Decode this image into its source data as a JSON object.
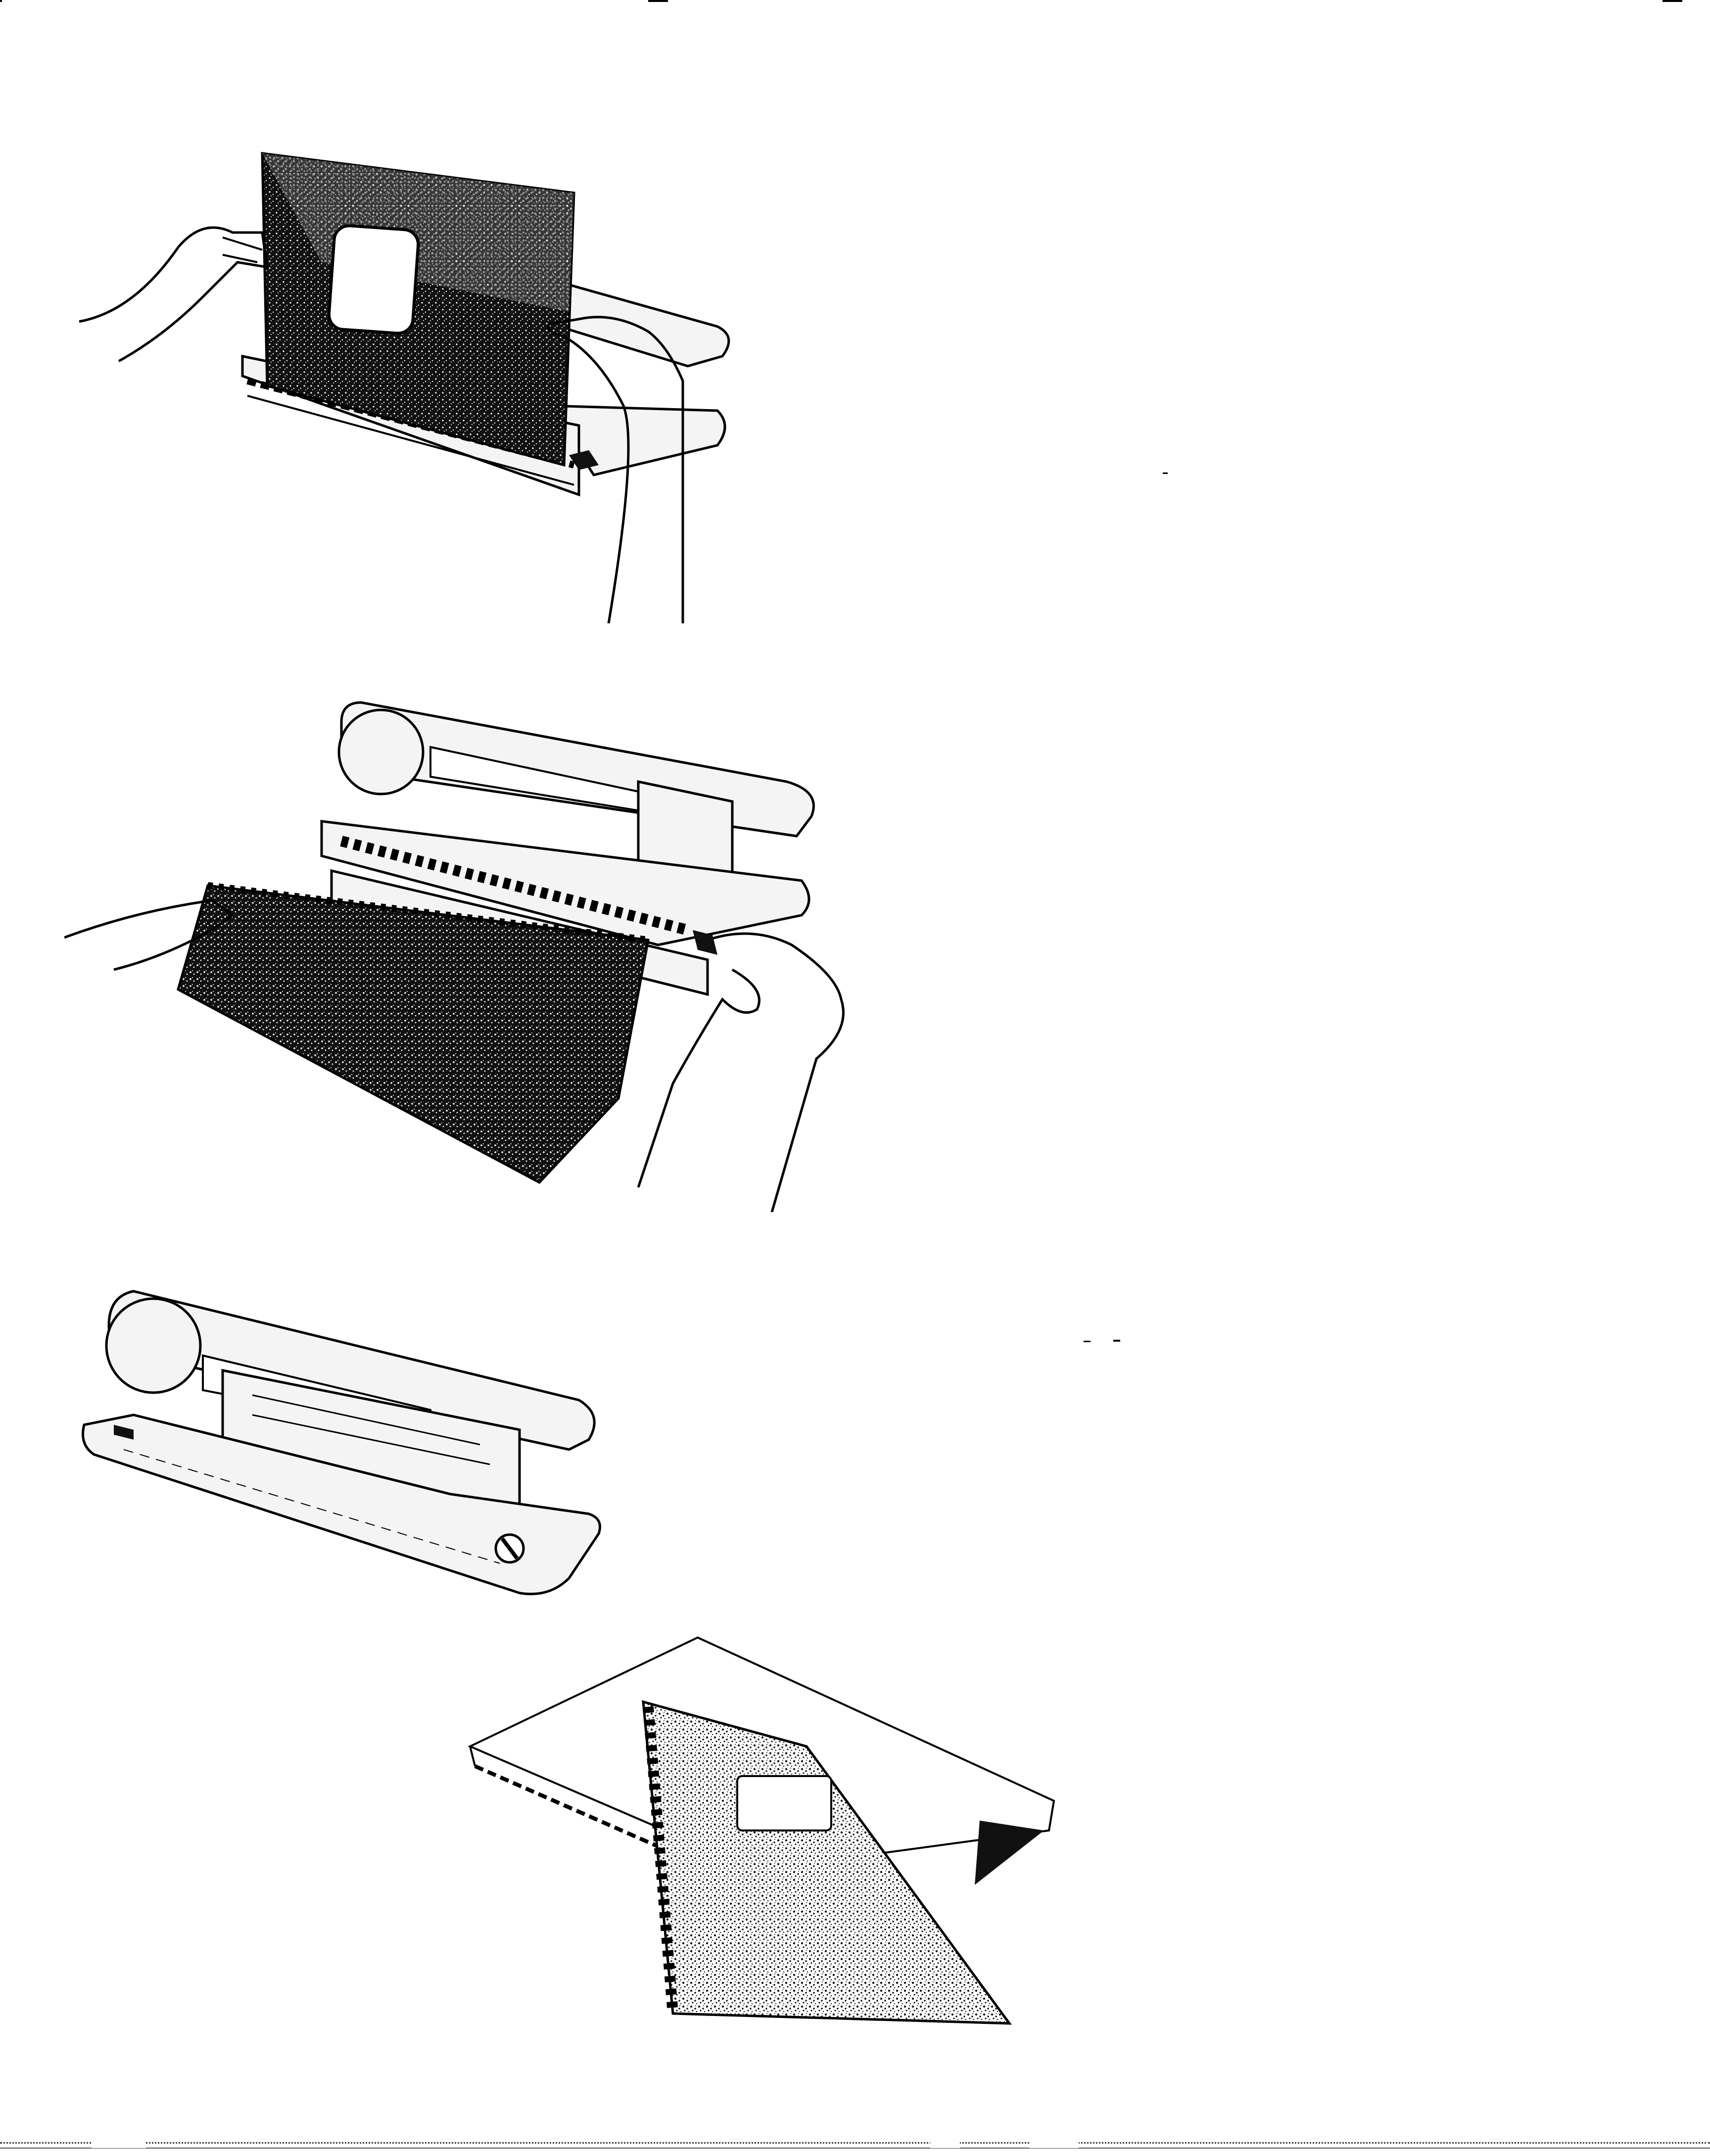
{
  "document": {
    "type": "illustration-page",
    "figures": [
      {
        "name": "inserting-cover-onto-comb-binder",
        "icon": "binding-step-1-illustration"
      },
      {
        "name": "threading-pages-through-comb-binder",
        "icon": "binding-step-2-illustration"
      },
      {
        "name": "comb-binding-machine",
        "icon": "binding-machine-illustration"
      },
      {
        "name": "finished-spiral-bound-booklet",
        "icon": "bound-booklet-illustration"
      }
    ]
  },
  "colors": {
    "ink": "#000000",
    "paper": "#ffffff",
    "machine_fill": "#f4f4f4"
  }
}
